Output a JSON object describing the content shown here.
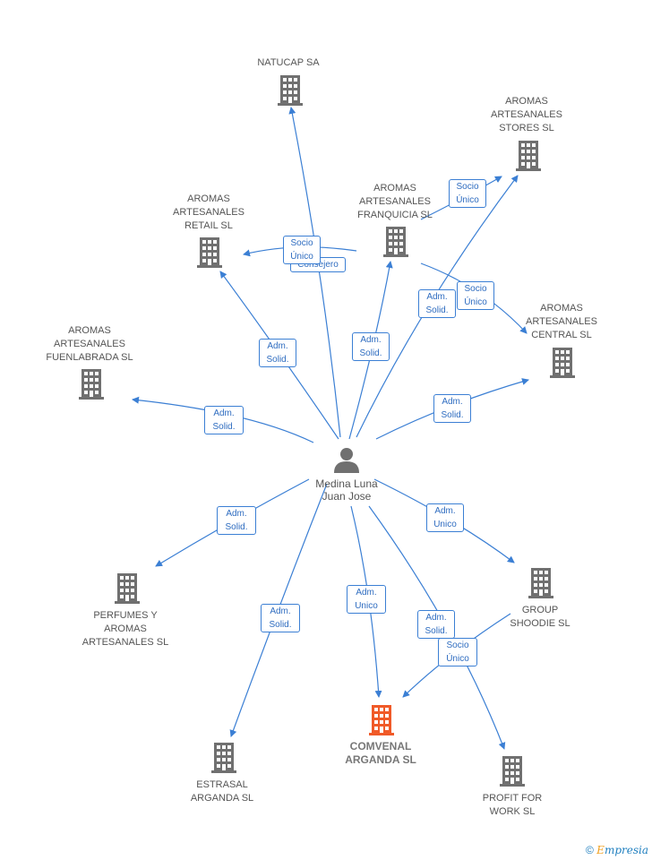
{
  "person": {
    "name": "Medina Luna\nJuan Jose"
  },
  "companies": {
    "natucap": "NATUCAP SA",
    "stores": "AROMAS\nARTESANALES\nSTORES  SL",
    "franquicia": "AROMAS\nARTESANALES\nFRANQUICIA  SL",
    "retail": "AROMAS\nARTESANALES\nRETAIL  SL",
    "central": "AROMAS\nARTESANALES\nCENTRAL  SL",
    "fuenlabrada": "AROMAS\nARTESANALES\nFUENLABRADA SL",
    "perfumes": "PERFUMES Y\nAROMAS\nARTESANALES SL",
    "group": "GROUP\nSHOODIE  SL",
    "estrasal": "ESTRASAL\nARGANDA  SL",
    "comvenal": "COMVENAL\nARGANDA  SL",
    "profit": "PROFIT FOR\nWORK SL"
  },
  "edges": {
    "socio_unico_1": "Socio\nÚnico",
    "consejero": "Consejero",
    "socio_unico_2": "Socio\nÚnico",
    "socio_unico_3": "Socio\nÚnico",
    "socio_unico_4": "Socio\nÚnico",
    "adm_solid_1": "Adm.\nSolid.",
    "adm_solid_2": "Adm.\nSolid.",
    "adm_solid_3": "Adm.\nSolid.",
    "adm_solid_4": "Adm.\nSolid.",
    "adm_solid_5": "Adm.\nSolid.",
    "adm_solid_6": "Adm.\nSolid.",
    "adm_solid_7": "Adm.\nSolid.",
    "adm_solid_8": "Adm.\nSolid.",
    "adm_unico_1": "Adm.\nUnico",
    "adm_unico_2": "Adm.\nUnico"
  },
  "colors": {
    "edge": "#3b7fd4",
    "building": "#707070",
    "main_building": "#f05a28",
    "person": "#707070"
  },
  "footer": {
    "copyright_symbol": "©",
    "brand_e": "E",
    "brand_rest": "mpresia"
  }
}
